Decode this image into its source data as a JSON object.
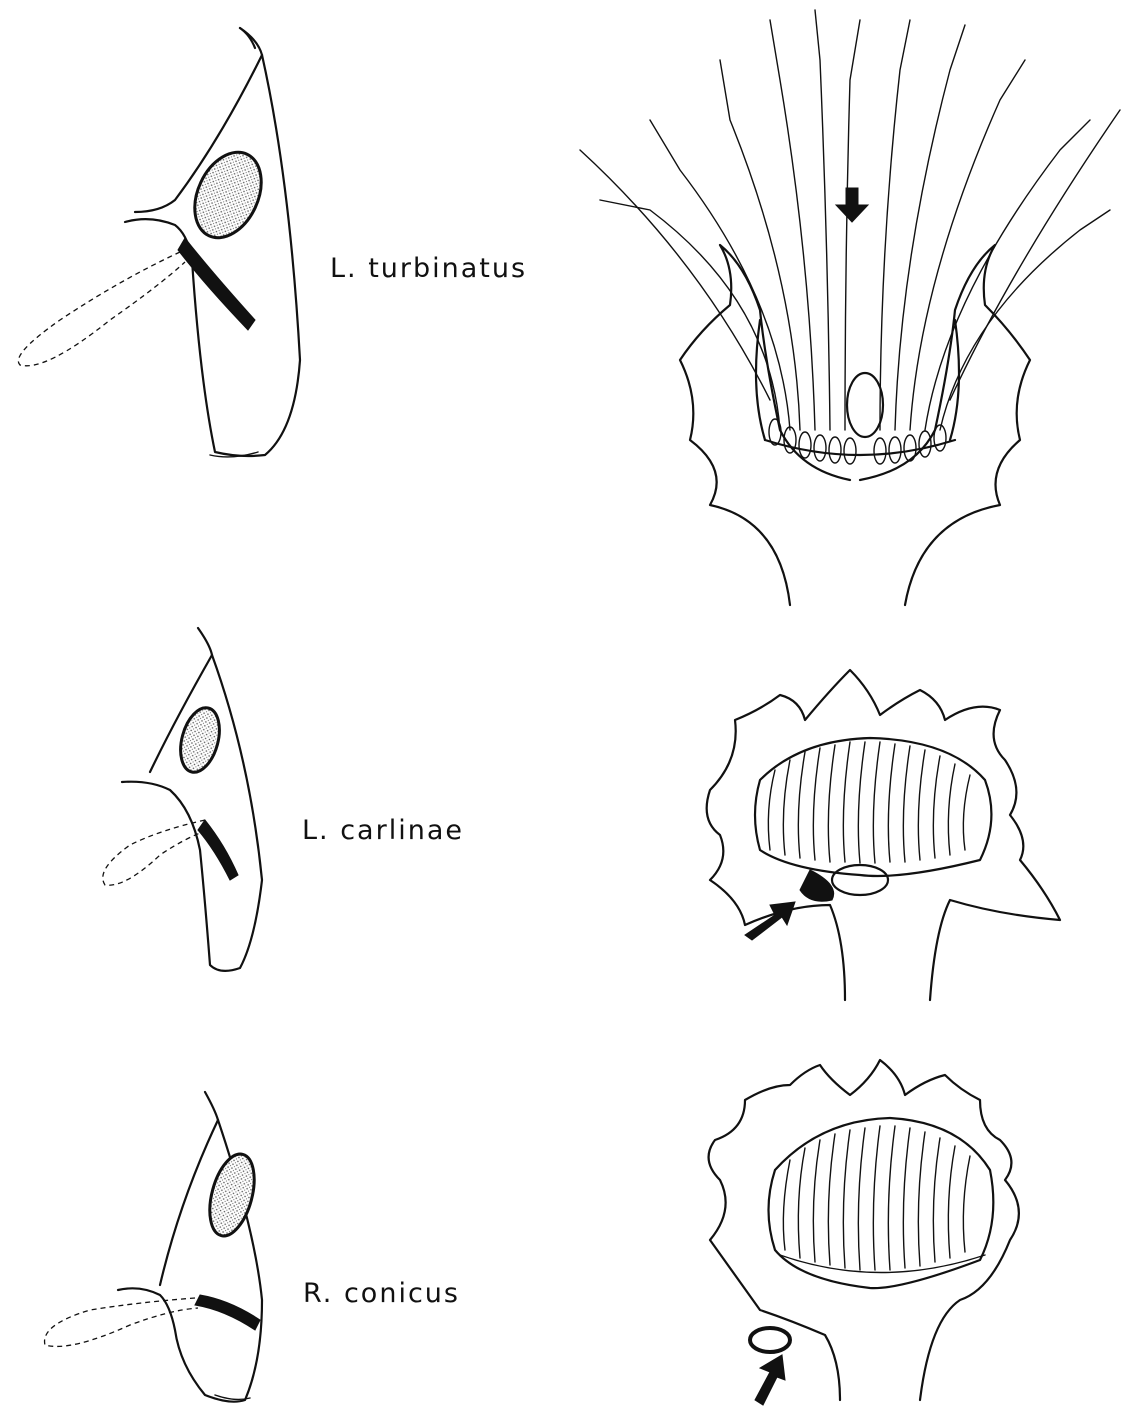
{
  "species": [
    {
      "label": "L. turbinatus"
    },
    {
      "label": "L. carlinae"
    },
    {
      "label": "R. conicus"
    }
  ]
}
